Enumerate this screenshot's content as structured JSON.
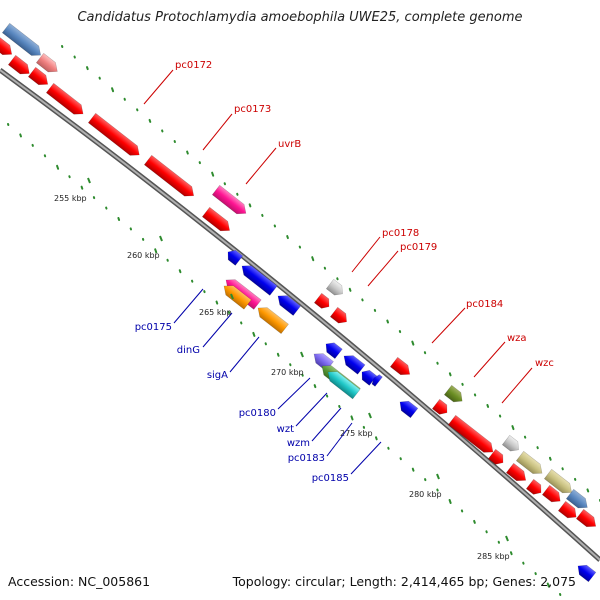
{
  "title": "Candidatus Protochlamydia amoebophila UWE25, complete genome",
  "accession": "Accession: NC_005861",
  "topology": "Topology: circular; Length: 2,414,465 bp; Genes: 2,075",
  "colors": {
    "forward_strand": "#ff0000",
    "reverse_strand": "#0000ee",
    "backbone": "#808080",
    "gc_dots": "#2e8b2e",
    "label_forward": "#cc0000",
    "label_reverse": "#0000aa"
  },
  "scale_labels": [
    "255 kbp",
    "260 kbp",
    "265 kbp",
    "270 kbp",
    "275 kbp",
    "280 kbp",
    "285 kbp"
  ],
  "forward_gene_labels": [
    "pc0172",
    "pc0173",
    "uvrB",
    "pc0178",
    "pc0179",
    "pc0184",
    "wza",
    "wzc"
  ],
  "reverse_gene_labels": [
    "pc0175",
    "dinG",
    "sigA",
    "pc0180",
    "wzt",
    "wzm",
    "pc0183",
    "pc0185"
  ]
}
